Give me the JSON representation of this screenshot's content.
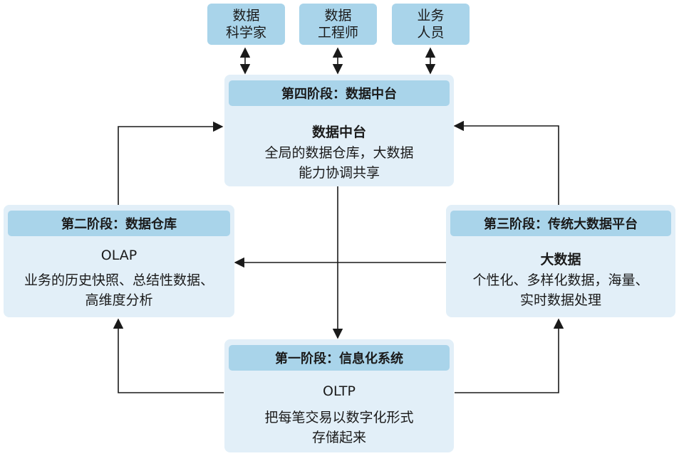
{
  "roles": [
    {
      "lines": [
        "数据",
        "科学家"
      ]
    },
    {
      "lines": [
        "数据",
        "工程师"
      ]
    },
    {
      "lines": [
        "业务",
        "人员"
      ]
    }
  ],
  "stages": {
    "stage4": {
      "header": "第四阶段：数据中台",
      "title": "数据中台",
      "desc_lines": [
        "全局的数据仓库，大数据",
        "能力协调共享"
      ]
    },
    "stage2": {
      "header": "第二阶段：数据仓库",
      "title": "OLAP",
      "desc_lines": [
        "业务的历史快照、总结性数据、",
        "高维度分析"
      ]
    },
    "stage3": {
      "header": "第三阶段：传统大数据平台",
      "title": "大数据",
      "desc_lines": [
        "个性化、多样化数据，海量、",
        "实时数据处理"
      ]
    },
    "stage1": {
      "header": "第一阶段：信息化系统",
      "title": "OLTP",
      "desc_lines": [
        "把每笔交易以数字化形式",
        "存储起来"
      ]
    }
  },
  "colors": {
    "header_fill": "#a9d4ea",
    "box_fill": "#e2eff8",
    "line": "#1a1a1a"
  }
}
